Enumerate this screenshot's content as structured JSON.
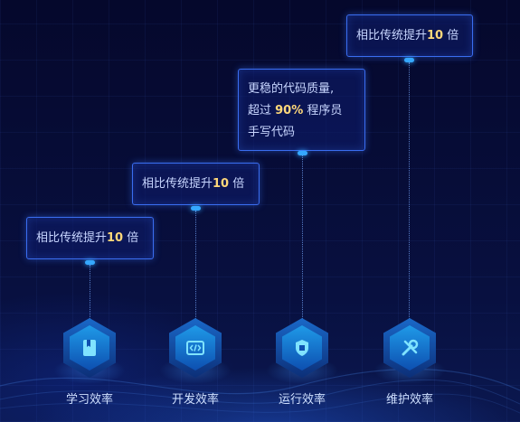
{
  "callouts": [
    {
      "lines": [
        {
          "pre": "相比传统提升",
          "num": "10",
          "post": " 倍"
        }
      ]
    },
    {
      "lines": [
        {
          "pre": "相比传统提升",
          "num": "10",
          "post": " 倍"
        }
      ]
    },
    {
      "lines": [
        {
          "pre": "更稳的代码质量,",
          "num": "",
          "post": ""
        },
        {
          "pre": "超过 ",
          "num": "90%",
          "post": " 程序员"
        },
        {
          "pre": "手写代码",
          "num": "",
          "post": ""
        }
      ]
    },
    {
      "lines": [
        {
          "pre": "相比传统提升",
          "num": "10",
          "post": " 倍"
        }
      ]
    }
  ],
  "items": [
    {
      "label": "学习效率",
      "icon": "book-icon"
    },
    {
      "label": "开发效率",
      "icon": "code-icon"
    },
    {
      "label": "运行效率",
      "icon": "shield-icon"
    },
    {
      "label": "维护效率",
      "icon": "tools-icon"
    }
  ],
  "colors": {
    "accent": "#35a8ff",
    "highlight": "#ffd87a",
    "border": "#3a6df0"
  }
}
